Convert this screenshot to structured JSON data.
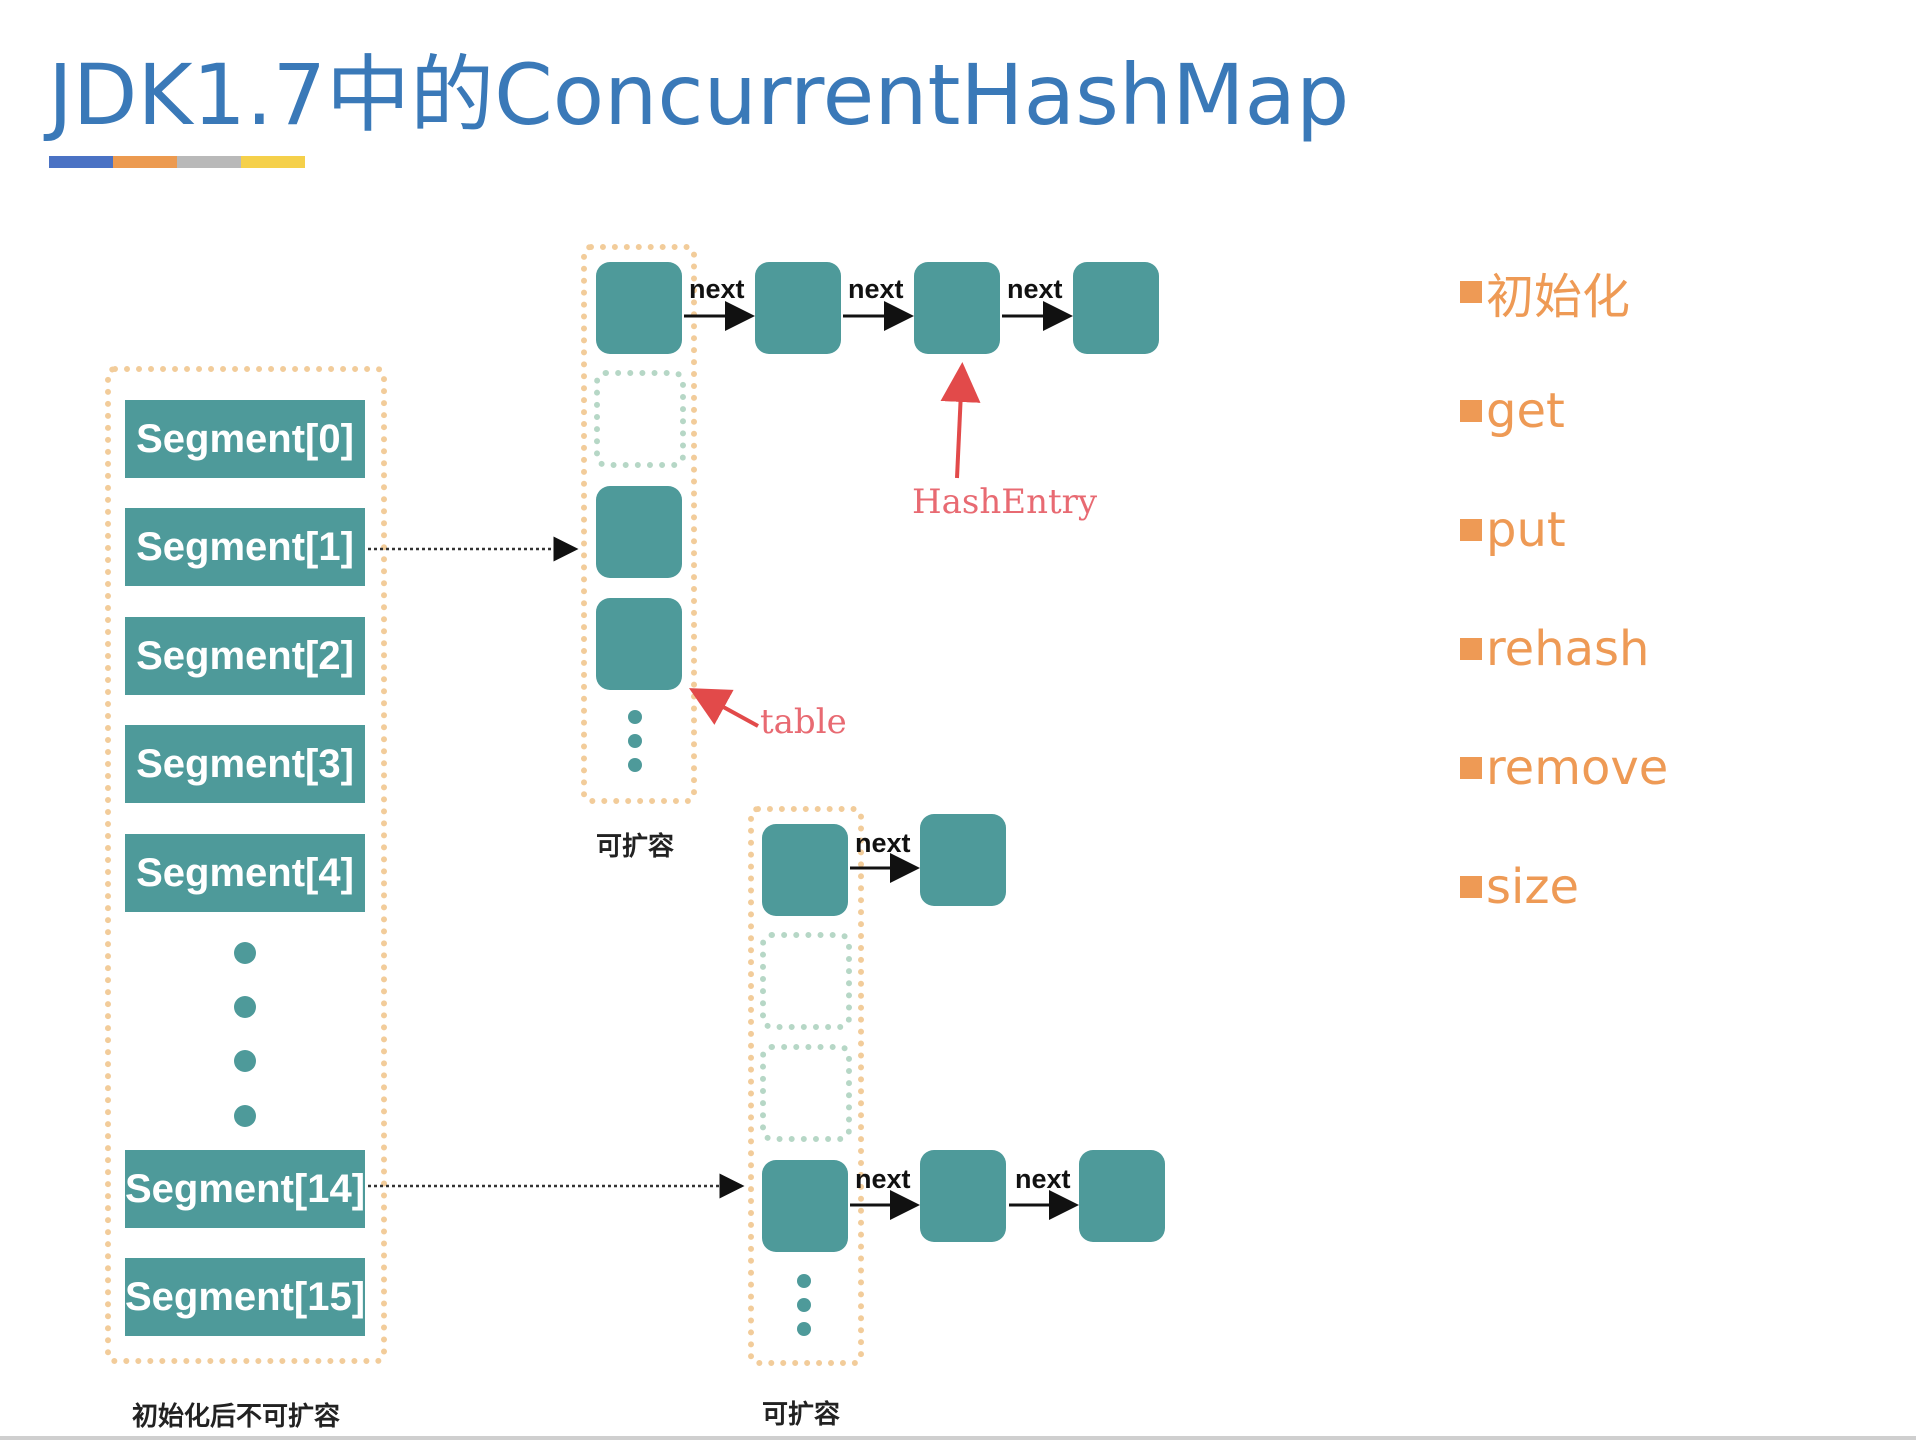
{
  "title": "JDK1.7中的ConcurrentHashMap",
  "title_bar_colors": [
    "#4a72c4",
    "#ec9a50",
    "#b9b9b9",
    "#f5d04a"
  ],
  "segments": [
    "Segment[0]",
    "Segment[1]",
    "Segment[2]",
    "Segment[3]",
    "Segment[4]",
    "Segment[14]",
    "Segment[15]"
  ],
  "captions": {
    "segment_array": "初始化后不可扩容",
    "table_top": "可扩容",
    "table_bottom": "可扩容"
  },
  "next_label": "next",
  "annotations": {
    "hash_entry": "HashEntry",
    "table": "table"
  },
  "side_menu": [
    "初始化",
    "get",
    "put",
    "rehash",
    "remove",
    "size"
  ],
  "colors": {
    "node": "#4e9a9a",
    "title": "#3a79b8",
    "side_menu": "#ee9a55",
    "annotation": "#e86a72"
  }
}
